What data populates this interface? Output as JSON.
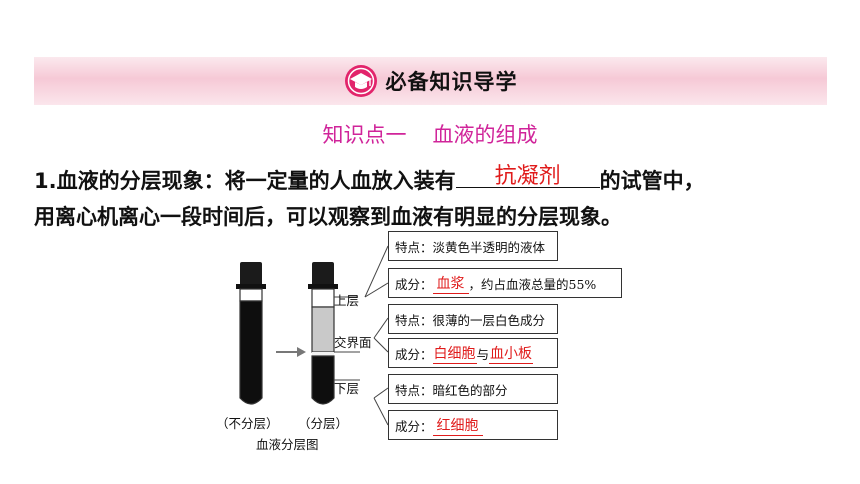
{
  "banner": {
    "title": "必备知识导学",
    "icon": "graduation-cap-icon"
  },
  "section": {
    "label": "知识点一",
    "topic": "血液的组成"
  },
  "paragraph": {
    "line1_prefix": "1.血液的分层现象：将一定量的人血放入装有",
    "answer": "抗凝剂",
    "line1_suffix": "的试管中，",
    "line2": "用离心机离心一段时间后，可以观察到血液有明显的分层现象。"
  },
  "figure": {
    "tube_labels": [
      "（不分层）",
      "（分层）"
    ],
    "caption": "血液分层图",
    "layer_labels": [
      "上层",
      "交界面",
      "下层"
    ],
    "boxes": [
      {
        "prefix": "特点：淡黄色半透明的液体"
      },
      {
        "prefix": "成分：",
        "fill": "血浆",
        "suffix": "，约占血液总量的55%"
      },
      {
        "prefix": "特点：很薄的一层白色成分"
      },
      {
        "prefix": "成分：",
        "fill": "白细胞",
        "mid": "与",
        "fill2": "血小板"
      },
      {
        "prefix": "特点：暗红色的部分"
      },
      {
        "prefix": "成分：",
        "fill": "红细胞"
      }
    ],
    "colors": {
      "answer": "#e01b1b",
      "section": "#d0249a"
    }
  }
}
